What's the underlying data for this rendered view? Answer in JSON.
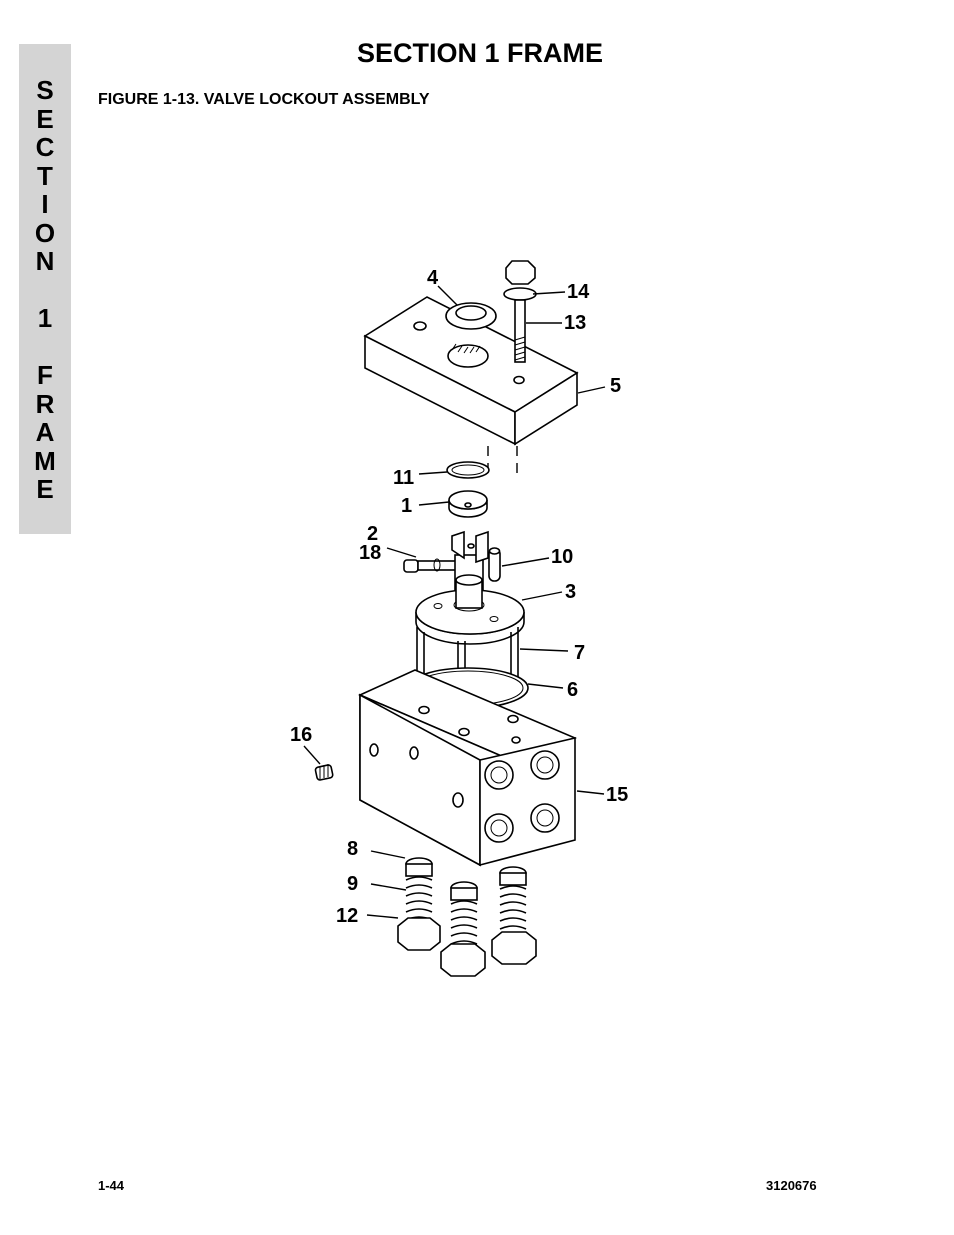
{
  "header": {
    "section_title": "SECTION 1  FRAME",
    "figure_title": "FIGURE 1-13.  VALVE LOCKOUT ASSEMBLY"
  },
  "side_tab": {
    "letters": [
      "S",
      "E",
      "C",
      "T",
      "I",
      "O",
      "N",
      "",
      "1",
      "",
      "F",
      "R",
      "A",
      "M",
      "E"
    ]
  },
  "callouts": {
    "c1": "1",
    "c2": "2",
    "c3": "3",
    "c4": "4",
    "c5": "5",
    "c6": "6",
    "c7": "7",
    "c8": "8",
    "c9": "9",
    "c10": "10",
    "c11": "11",
    "c12": "12",
    "c13": "13",
    "c14": "14",
    "c15": "15",
    "c16": "16",
    "c18": "18"
  },
  "footer": {
    "page_number": "1-44",
    "doc_number": "3120676"
  }
}
